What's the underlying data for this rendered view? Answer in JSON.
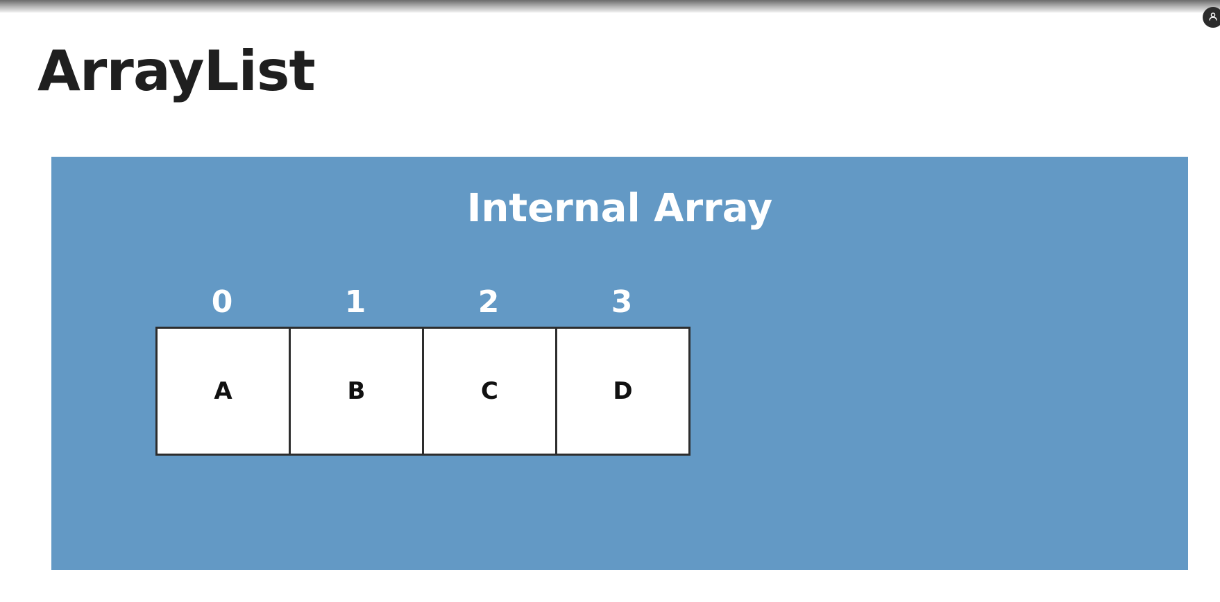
{
  "page": {
    "title": "ArrayList"
  },
  "diagram": {
    "title": "Internal Array",
    "indices": [
      "0",
      "1",
      "2",
      "3"
    ],
    "cells": [
      "A",
      "B",
      "C",
      "D"
    ],
    "colors": {
      "panel_background": "#6399c5",
      "text_on_panel": "#ffffff",
      "cell_background": "#ffffff",
      "cell_border": "#2d2d2d"
    }
  },
  "icons": {
    "profile": "user-icon"
  }
}
